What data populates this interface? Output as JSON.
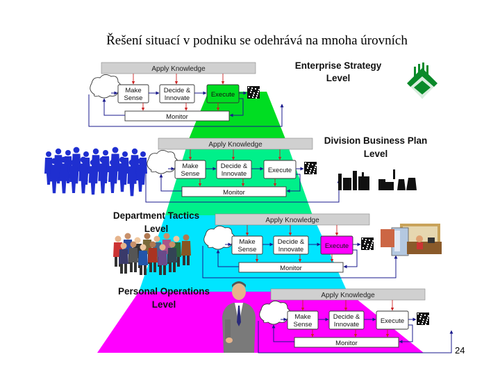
{
  "title": "Řešení situací v podniku se odehrává na mnoha úrovních",
  "page_number": "24",
  "colors": {
    "level1": "#00dd22",
    "level2": "#00f08a",
    "level3": "#00e5ff",
    "level4": "#ff00ff",
    "bar": "#d0d0d0",
    "box_border": "#333333",
    "arrow": "#1a1a8c"
  },
  "levels": [
    {
      "label_line1": "Enterprise Strategy",
      "label_line2": "Level",
      "apply": "Apply Knowledge",
      "make": [
        "Make",
        "Sense"
      ],
      "decide": [
        "Decide &",
        "Innovate"
      ],
      "execute": "Execute",
      "monitor": "Monitor",
      "icon": "forest-building-logo-icon"
    },
    {
      "label_line1": "Division Business Plan",
      "label_line2": "Level",
      "apply": "Apply Knowledge",
      "make": [
        "Make",
        "Sense"
      ],
      "decide": [
        "Decide &",
        "Innovate"
      ],
      "execute": "Execute",
      "monitor": "Monitor",
      "icon": "factory-icon"
    },
    {
      "label_line1": "Department Tactics",
      "label_line2": "Level",
      "apply": "Apply Knowledge",
      "make": [
        "Make",
        "Sense"
      ],
      "decide": [
        "Decide &",
        "Innovate"
      ],
      "execute": "Execute",
      "monitor": "Monitor",
      "icon": "office-desk-icon"
    },
    {
      "label_line1": "Personal Operations",
      "label_line2": "Level",
      "apply": "Apply Knowledge",
      "make": [
        "Make",
        "Sense"
      ],
      "decide": [
        "Decide &",
        "Innovate"
      ],
      "execute": "Execute",
      "monitor": "Monitor",
      "icon": "businessman-icon"
    }
  ]
}
